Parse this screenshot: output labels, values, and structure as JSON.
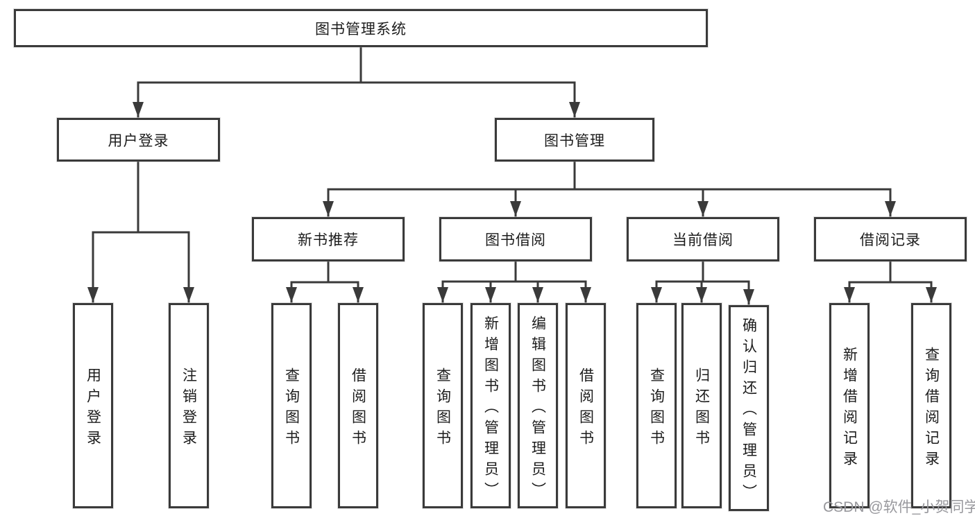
{
  "diagram": {
    "root": {
      "label": "图书管理系统"
    },
    "branches": [
      {
        "label": "用户登录",
        "children": [
          {
            "label": "用户登录"
          },
          {
            "label": "注销登录"
          }
        ]
      },
      {
        "label": "图书管理",
        "children": [
          {
            "label": "新书推荐",
            "children": [
              {
                "label": "查询图书"
              },
              {
                "label": "借阅图书"
              }
            ]
          },
          {
            "label": "图书借阅",
            "children": [
              {
                "label": "查询图书"
              },
              {
                "label": "新增图书（管理员）"
              },
              {
                "label": "编辑图书（管理员）"
              },
              {
                "label": "借阅图书"
              }
            ]
          },
          {
            "label": "当前借阅",
            "children": [
              {
                "label": "查询图书"
              },
              {
                "label": "归还图书"
              },
              {
                "label": "确认归还（管理员）"
              }
            ]
          },
          {
            "label": "借阅记录",
            "children": [
              {
                "label": "新增借阅记录"
              },
              {
                "label": "查询借阅记录"
              }
            ]
          }
        ]
      }
    ]
  },
  "watermark": {
    "text": "CSDN @软件_小贺同学"
  },
  "colors": {
    "line": "#3a3a3a",
    "box_border": "#3a3a3a",
    "text": "#1c1c1c",
    "watermark": "#98989d",
    "background": "#ffffff"
  }
}
